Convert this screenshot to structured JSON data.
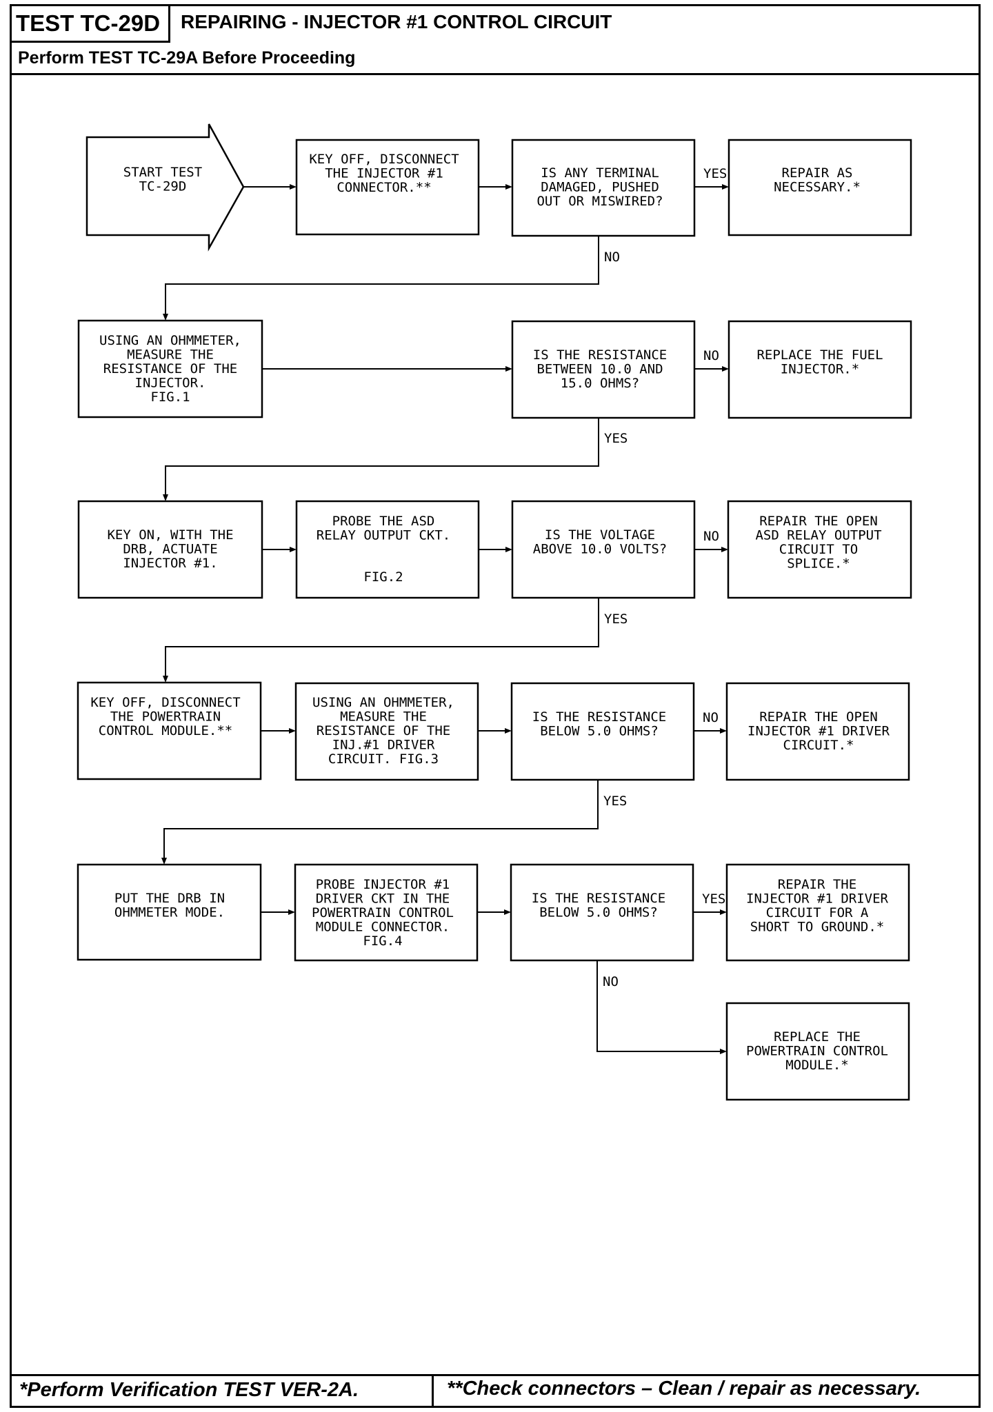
{
  "header": {
    "test_id": "TEST TC-29D",
    "title": "REPAIRING - INJECTOR #1 CONTROL CIRCUIT",
    "subtitle": "Perform TEST TC-29A Before Proceeding"
  },
  "footer": {
    "note_single": "*Perform Verification TEST VER-2A.",
    "note_double": "**Check connectors – Clean / repair as necessary."
  },
  "nodes": {
    "start": [
      "START TEST",
      "TC-29D"
    ],
    "r1_step": [
      "KEY OFF, DISCONNECT",
      "THE INJECTOR #1",
      "CONNECTOR.**"
    ],
    "r1_question": [
      "IS ANY TERMINAL",
      "DAMAGED, PUSHED",
      "OUT OR MISWIRED?"
    ],
    "r1_result": [
      "REPAIR AS",
      "NECESSARY.*"
    ],
    "r2_step": [
      "USING AN OHMMETER,",
      "MEASURE THE",
      "RESISTANCE OF THE",
      "INJECTOR.",
      "FIG.1"
    ],
    "r2_question": [
      "IS THE RESISTANCE",
      "BETWEEN 10.0 AND",
      "15.0 OHMS?"
    ],
    "r2_result": [
      "REPLACE THE FUEL",
      "INJECTOR.*"
    ],
    "r3_step": [
      "KEY ON, WITH THE",
      "DRB, ACTUATE",
      "INJECTOR #1."
    ],
    "r3_probe": [
      "PROBE THE ASD",
      "RELAY OUTPUT CKT."
    ],
    "r3_probe_fig": "FIG.2",
    "r3_question": [
      "IS THE VOLTAGE",
      "ABOVE 10.0 VOLTS?"
    ],
    "r3_result": [
      "REPAIR THE OPEN",
      "ASD RELAY OUTPUT",
      "CIRCUIT TO",
      "SPLICE.*"
    ],
    "r4_step": [
      "KEY OFF, DISCONNECT",
      "THE POWERTRAIN",
      "CONTROL MODULE.**"
    ],
    "r4_measure": [
      "USING AN OHMMETER,",
      "MEASURE THE",
      "RESISTANCE OF THE",
      "INJ.#1 DRIVER",
      "CIRCUIT. FIG.3"
    ],
    "r4_question": [
      "IS THE RESISTANCE",
      "BELOW 5.0 OHMS?"
    ],
    "r4_result": [
      "REPAIR THE OPEN",
      "INJECTOR #1 DRIVER",
      "CIRCUIT.*"
    ],
    "r5_step": [
      "PUT THE DRB IN",
      "OHMMETER MODE."
    ],
    "r5_probe": [
      "PROBE INJECTOR #1",
      "DRIVER CKT IN THE",
      "POWERTRAIN CONTROL",
      "MODULE CONNECTOR.",
      "FIG.4"
    ],
    "r5_question": [
      "IS THE RESISTANCE",
      "BELOW 5.0 OHMS?"
    ],
    "r5_result_yes": [
      "REPAIR THE",
      "INJECTOR #1 DRIVER",
      "CIRCUIT FOR A",
      "SHORT TO GROUND.*"
    ],
    "r5_result_no": [
      "REPLACE THE",
      "POWERTRAIN CONTROL",
      "MODULE.*"
    ]
  },
  "edge_labels": {
    "r1_yes": "YES",
    "r1_no": "NO",
    "r2_no": "NO",
    "r2_yes": "YES",
    "r3_no": "NO",
    "r3_yes": "YES",
    "r4_no": "NO",
    "r4_yes": "YES",
    "r5_yes": "YES",
    "r5_no": "NO"
  }
}
